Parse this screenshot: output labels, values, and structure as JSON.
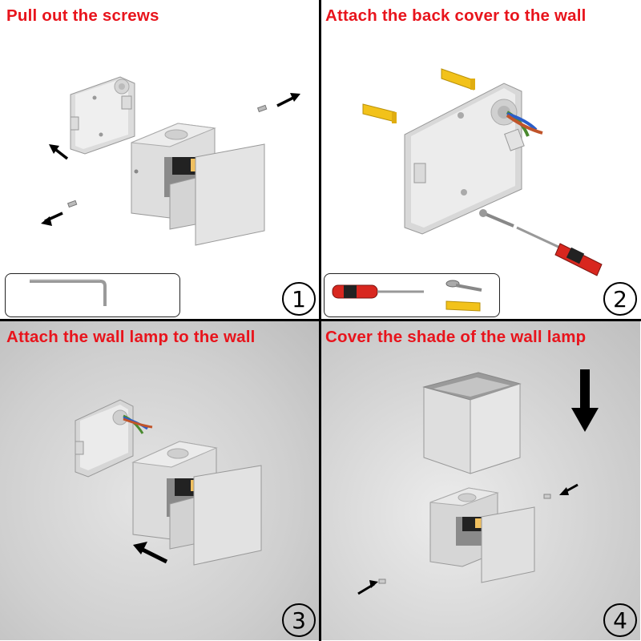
{
  "panels": [
    {
      "title": "Pull out the screws",
      "step": "1"
    },
    {
      "title": "Attach the back cover to the wall",
      "step": "2"
    },
    {
      "title": "Attach the wall lamp to the wall",
      "step": "3"
    },
    {
      "title": "Cover the shade of the wall lamp",
      "step": "4"
    }
  ],
  "colors": {
    "title": "#e8141c",
    "lamp_body": "#e8e8e8",
    "anchor": "#f2c21a",
    "screwdriver_handle": "#d8271f"
  },
  "icons": [
    "allen-key-icon",
    "screwdriver-icon",
    "screw-icon",
    "wall-anchor-icon",
    "arrow-icon"
  ]
}
